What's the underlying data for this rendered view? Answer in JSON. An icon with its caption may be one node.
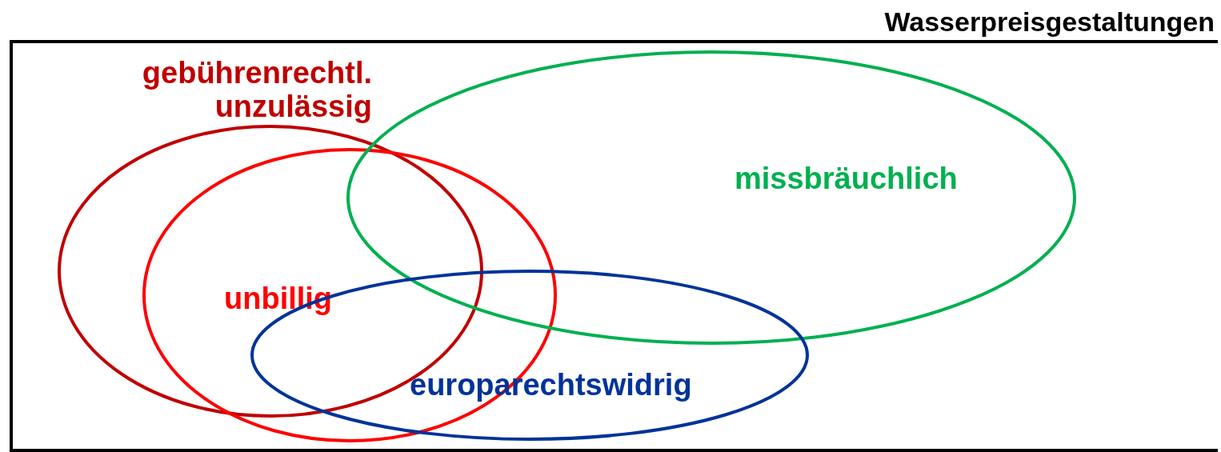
{
  "diagram": {
    "nodes": [
      {
        "text": [
          "Wasserpreisgestaltungen"
        ]
      },
      {
        "text": [
          "gebührenrechtl. unzulässig"
        ],
        "in": 0
      },
      {
        "text": [
          "unbillig"
        ],
        "in": 0
      },
      {
        "text": [
          "missbräuchlich"
        ],
        "in": 0
      },
      {
        "text": [
          "europarechtswidrig"
        ],
        "in": 0
      }
    ]
  }
}
